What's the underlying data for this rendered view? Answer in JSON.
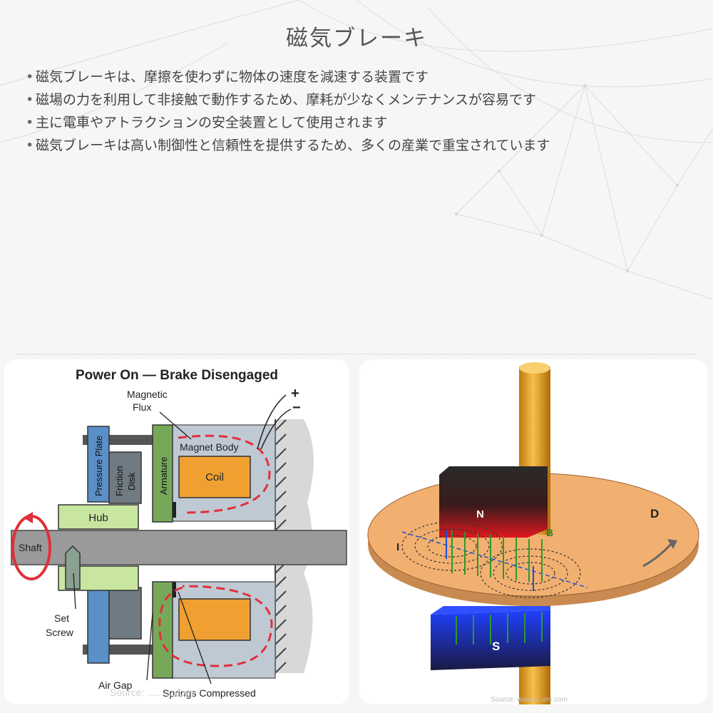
{
  "slide": {
    "title": "磁気ブレーキ",
    "bullets": [
      "磁気ブレーキは、摩擦を使わずに物体の速度を減速する装置です",
      "磁場の力を利用して非接触で動作するため、摩耗が少なくメンテナンスが容易です",
      "主に電車やアトラクションの安全装置として使用されます",
      "磁気ブレーキは高い制御性と信頼性を提供するため、多くの産業で重宝されています"
    ],
    "bullet_glyph": "•"
  },
  "left_diagram": {
    "heading": "Power On — Brake Disengaged",
    "magnetic_flux_line1": "Magnetic",
    "magnetic_flux_line2": "Flux",
    "plus": "+",
    "minus": "−",
    "magnet_body": "Magnet Body",
    "coil": "Coil",
    "pressure_plate": "Pressure Plate",
    "friction_disk_line1": "Friction",
    "friction_disk_line2": "Disk",
    "armature": "Armature",
    "hub": "Hub",
    "shaft": "Shaft",
    "set_screw_line1": "Set",
    "set_screw_line2": "Screw",
    "air_gap": "Air Gap",
    "springs_compressed": "Springs Compressed",
    "watermark": "Source: ..........com"
  },
  "right_diagram": {
    "label_n": "N",
    "label_s": "S",
    "label_b": "B",
    "label_i": "I",
    "label_d": "D",
    "source": "Source: www.a..om.com"
  },
  "colors": {
    "coil": "#f0a030",
    "hub": "#c8e6a0",
    "armature": "#77a85a",
    "magnet_body": "#bfc9d4",
    "pressure_plate": "#5a8fc8",
    "friction_disk": "#6f7a82",
    "flux": "#e0303a",
    "disc": "#f2b070",
    "rod": "#e8a020"
  }
}
